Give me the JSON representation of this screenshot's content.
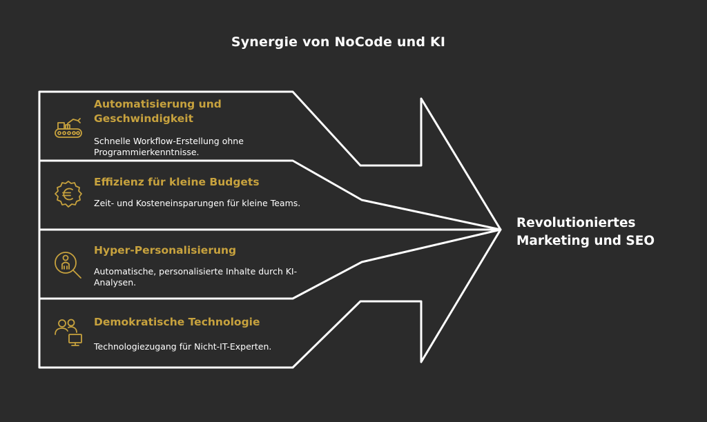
{
  "title": "Synergie von NoCode und KI",
  "colors": {
    "background": "#2b2b2b",
    "accent": "#c7a23e",
    "outline": "#ffffff",
    "text": "#ffffff"
  },
  "items": [
    {
      "heading": "Automatisierung und Geschwindigkeit",
      "description": "Schnelle Workflow-Erstellung ohne Programmierkenntnisse.",
      "icon": "conveyor-robot-icon"
    },
    {
      "heading": "Effizienz für kleine Budgets",
      "description": "Zeit- und Kosteneinsparungen für kleine Teams.",
      "icon": "euro-coin-icon"
    },
    {
      "heading": "Hyper-Personalisierung",
      "description": "Automatische, personalisierte Inhalte durch KI-Analysen.",
      "icon": "person-search-icon"
    },
    {
      "heading": "Demokratische Technologie",
      "description": "Technologiezugang für Nicht-IT-Experten.",
      "icon": "users-computer-icon"
    }
  ],
  "result": {
    "label": "Revolutioniertes Marketing und SEO"
  }
}
